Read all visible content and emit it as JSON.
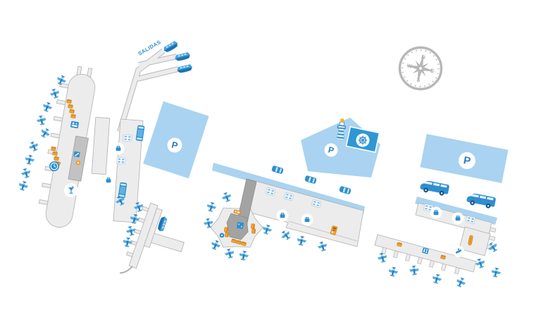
{
  "map": {
    "labels": {
      "departures": "SALIDAS",
      "parking_letter": "P"
    },
    "compass": {
      "north": "N",
      "east": "E",
      "south": "S",
      "west": "W"
    },
    "colors": {
      "icon_blue": "#2e8fd0",
      "icon_blue_dark": "#1a74b4",
      "icon_blue_light": "#55abdd",
      "parking_area_blue": "#a9d3f0",
      "museum_blue": "#2f97d4",
      "building_fill": "#ececec",
      "building_stroke": "#b0b0b0",
      "walkway_dark": "#a3a3a3",
      "amenity_orange": "#f3a233",
      "compass_gray": "#b7b7b7",
      "parking_letter_blue": "#2b7fc0"
    },
    "icons": {
      "seaplane-icon": "small seaplane, top view",
      "ferry-icon": "ferry boat",
      "bus-icon": "bus, top view",
      "car-icon": "car, top view",
      "shuttle-van-icon": "shuttle van, side view",
      "parking-marker": "P parking marker",
      "helm-marker": "ship wheel marker",
      "luggage-marker": "luggage marker",
      "bar-marker": "bar cocktail marker",
      "boat-rental-marker": "kayak rental marker",
      "clock-icon": "clock",
      "ticket-counter-icon": "ticket counter",
      "elevator-icon": "elevator",
      "stairs-icon": "stairs",
      "wc-icon": "restrooms",
      "ticket-machine-icon": "ticket machine",
      "bench-icon": "bench seat",
      "table-icon": "table seating",
      "lighthouse-icon": "lighthouse",
      "compass-rose": "compass rose"
    }
  }
}
